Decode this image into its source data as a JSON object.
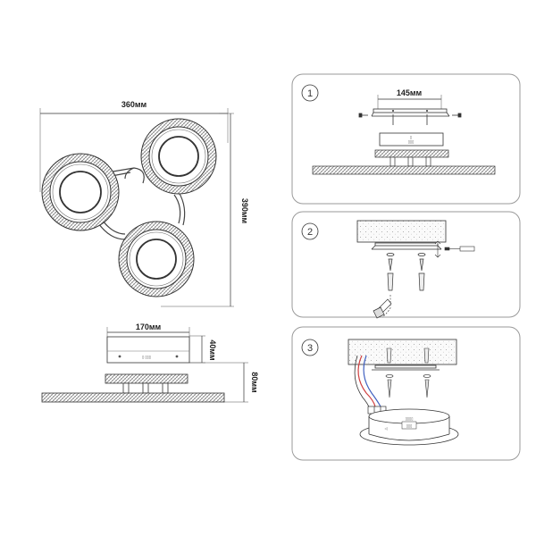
{
  "main_view": {
    "width_label": "360мм",
    "height_label": "390мм"
  },
  "side_view": {
    "base_width_label": "170мм",
    "base_height_label": "40мм",
    "total_height_label": "80мм"
  },
  "steps": [
    {
      "number": "1",
      "dim_label": "145мм"
    },
    {
      "number": "2"
    },
    {
      "number": "3"
    }
  ],
  "colors": {
    "line": "#333333",
    "panel_border": "#9a9a9a",
    "wire_red": "#d04040",
    "wire_blue": "#4060c0"
  }
}
